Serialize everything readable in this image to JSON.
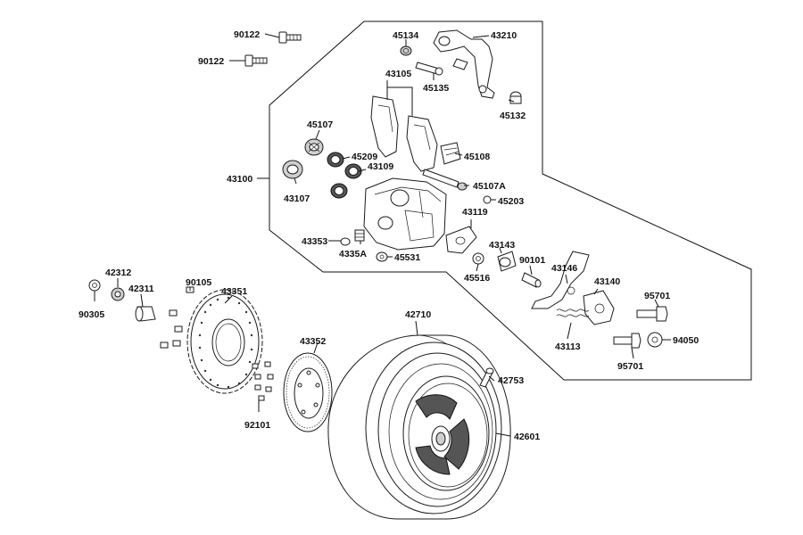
{
  "labels": {
    "p90122a": "90122",
    "p90122b": "90122",
    "p45134": "45134",
    "p43210": "43210",
    "p43105": "43105",
    "p45135": "45135",
    "p45132": "45132",
    "p45107": "45107",
    "p45209": "45209",
    "p45108": "45108",
    "p43100": "43100",
    "p43109": "43109",
    "p43107": "43107",
    "p45107A": "45107A",
    "p45203": "45203",
    "p43119": "43119",
    "p43353": "43353",
    "p4335A": "4335A",
    "p45531": "45531",
    "p43143": "43143",
    "p90101": "90101",
    "p43146": "43146",
    "p43140": "43140",
    "p45516": "45516",
    "p42312": "42312",
    "p90105": "90105",
    "p43351": "43351",
    "p42311": "42311",
    "p90305": "90305",
    "p95701a": "95701",
    "p94050": "94050",
    "p43113": "43113",
    "p95701b": "95701",
    "p42710": "42710",
    "p43352": "43352",
    "p42753": "42753",
    "p42601": "42601",
    "p92101": "92101"
  }
}
